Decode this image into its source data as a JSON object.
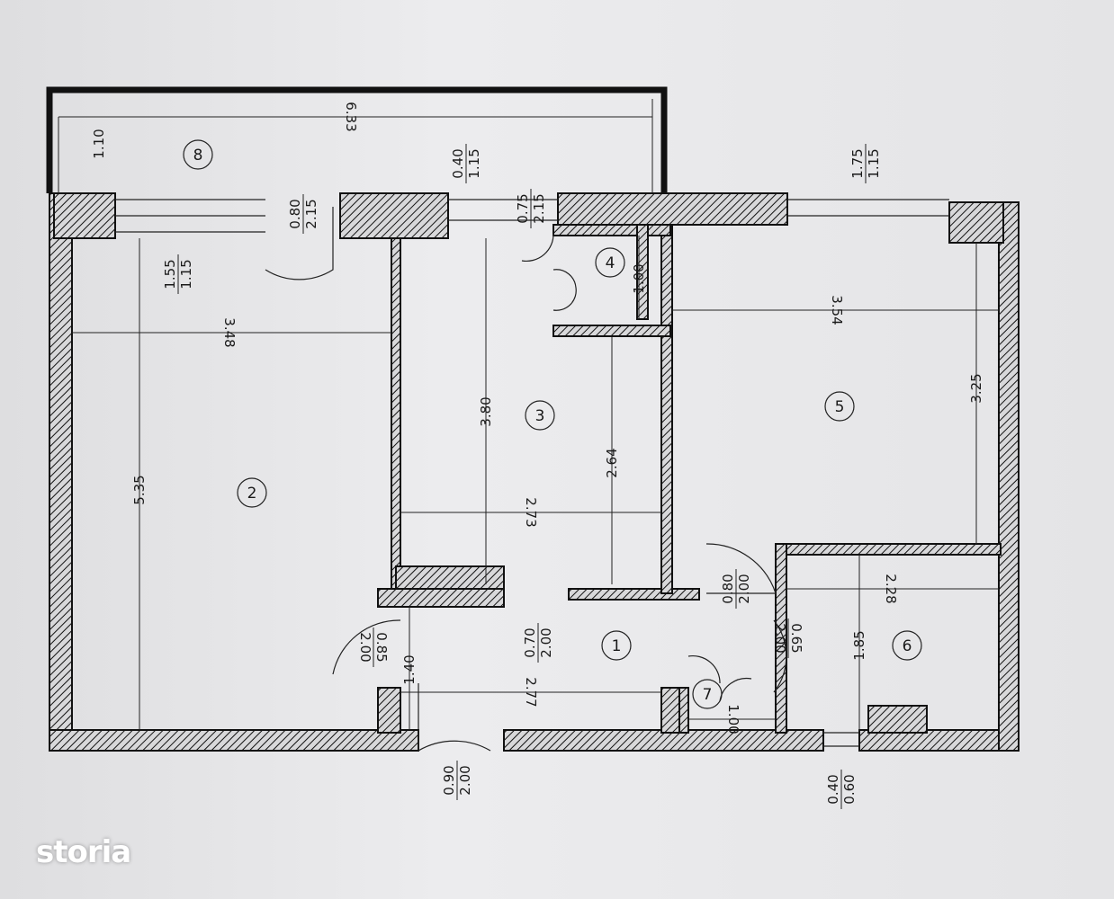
{
  "rooms": [
    "1",
    "2",
    "3",
    "4",
    "5",
    "6",
    "7",
    "8"
  ],
  "dimensions": {
    "d633": "6.33",
    "d110": "1.10",
    "d348": "3.48",
    "d535": "5.35",
    "d380": "3.80",
    "d264": "2.64",
    "d273": "2.73",
    "d100a": "1.00",
    "d354": "3.54",
    "d325": "3.25",
    "d228": "2.28",
    "d185": "1.85",
    "d277": "2.77",
    "d140": "1.40",
    "d100b": "1.00"
  },
  "openings": [
    {
      "w": "0.40",
      "h": "1.15"
    },
    {
      "w": "1.75",
      "h": "1.15"
    },
    {
      "w": "0.80",
      "h": "2.15"
    },
    {
      "w": "0.75",
      "h": "2.15"
    },
    {
      "w": "1.55",
      "h": "1.15"
    },
    {
      "w": "0.80",
      "h": "2.00"
    },
    {
      "w": "0.85",
      "h": "2.00"
    },
    {
      "w": "0.70",
      "h": "2.00"
    },
    {
      "w": "0.65",
      "h": "2.00"
    },
    {
      "w": "0.90",
      "h": "2.00"
    },
    {
      "w": "0.40",
      "h": "0.60"
    }
  ],
  "logo": "storia"
}
